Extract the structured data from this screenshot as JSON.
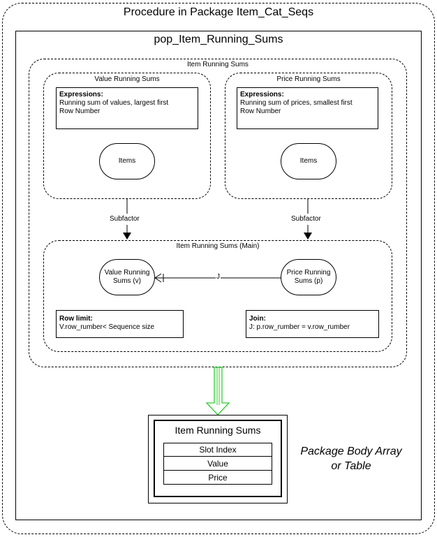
{
  "procedure": {
    "title": "Procedure in Package Item_Cat_Seqs"
  },
  "proc_box": {
    "title": "pop_Item_Running_Sums"
  },
  "outer_group": {
    "title": "Item Running Sums"
  },
  "value_group": {
    "title": "Value Running Sums",
    "expr_heading": "Expressions:",
    "expr_lines": [
      "Running sum of values, largest first",
      "Row Number"
    ],
    "entity": "Items"
  },
  "price_group": {
    "title": "Price Running Sums",
    "expr_heading": "Expressions:",
    "expr_lines": [
      "Running sum of prices, smallest first",
      "Row Number"
    ],
    "entity": "Items"
  },
  "subfactor_labels": [
    "Subfactor",
    "Subfactor"
  ],
  "main_group": {
    "title": "Item Running Sums (Main)",
    "left_entity": "Value Running Sums (v)",
    "right_entity": "Price Running Sums (p)",
    "join_label": "J",
    "row_limit_heading": "Row limit:",
    "row_limit_text": "V.row_rumber<  Sequence size",
    "join_heading": "Join:",
    "join_text": "J: p.row_rumber = v.row_rumber"
  },
  "output_table": {
    "title": "Item Running Sums",
    "fields": [
      "Slot Index",
      "Value",
      "Price"
    ],
    "caption_line1": "Package Body Array",
    "caption_line2": "or Table"
  },
  "colors": {
    "arrow_outline": "#33cc33",
    "line": "#000000"
  }
}
